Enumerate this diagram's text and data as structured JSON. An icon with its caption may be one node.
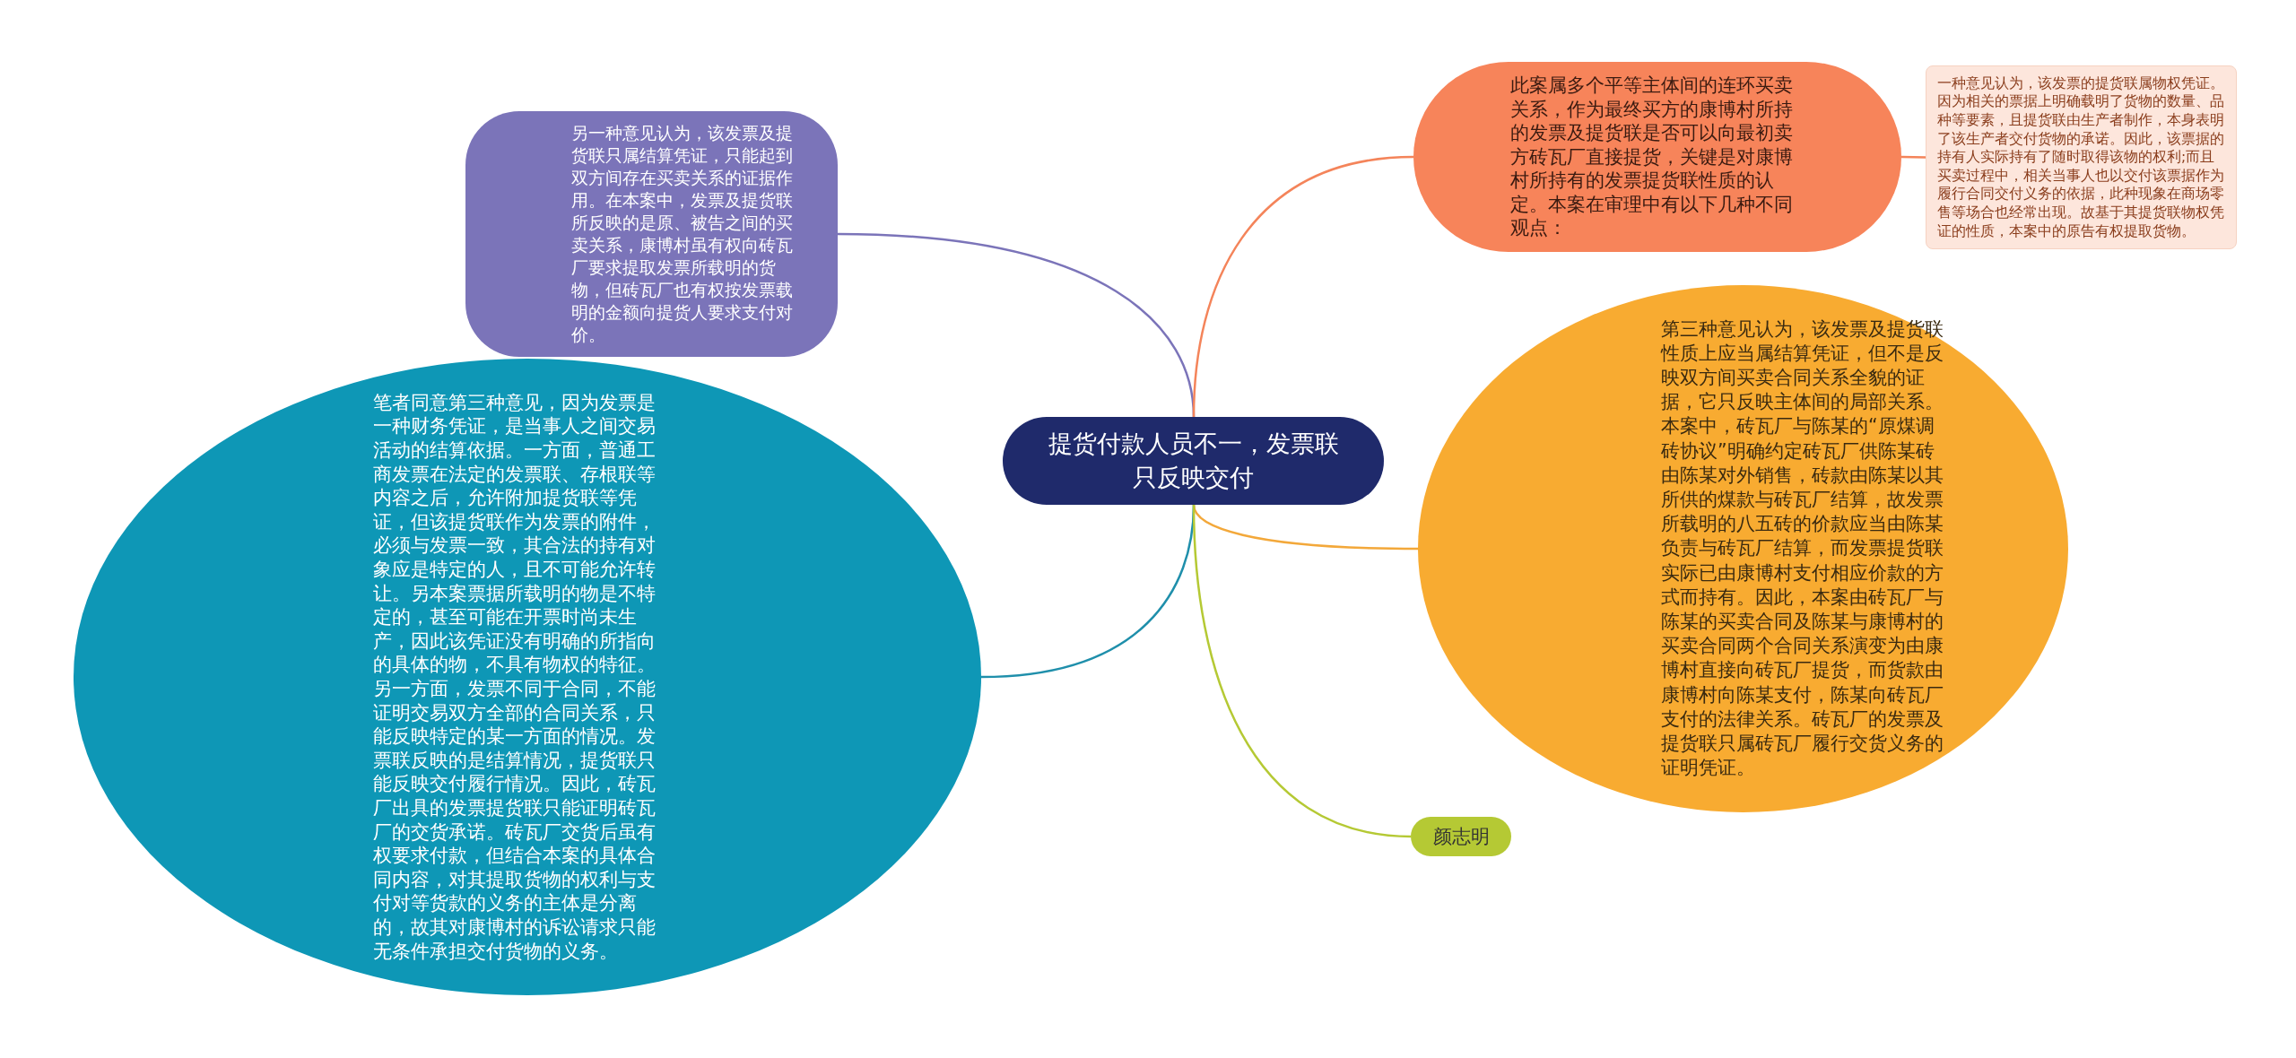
{
  "diagram": {
    "nodes": [
      {
        "text": [
          "提货付款人员不一，发票联只反映交付"
        ]
      },
      {
        "text": [
          "另一种意见认为，该发票及提货联只属结算凭证，只能起到双方间存在买卖关系的证据作用。在本案中，发票及提货联所反映的是原、被告之间的买卖关系，康博村虽有权向砖瓦厂要求提取发票所载明的货物，但砖瓦厂也有权按发票载明的金额向提货人要求支付对价。"
        ]
      },
      {
        "text": [
          "笔者同意第三种意见，因为发票是一种财务凭证，是当事人之间交易活动的结算依据。一方面，普通工商发票在法定的发票联、存根联等内容之后，允许附加提货联等凭证，但该提货联作为发票的附件，必须与发票一致，其合法的持有对象应是特定的人，且不可能允许转让。另本案票据所载明的物是不特定的，甚至可能在开票时尚未生产，因此该凭证没有明确的所指向的具体的物，不具有物权的特征。另一方面，发票不同于合同，不能证明交易双方全部的合同关系，只能反映特定的某一方面的情况。发票联反映的是结算情况，提货联只能反映交付履行情况。因此，砖瓦厂出具的发票提货联只能证明砖瓦厂的交货承诺。砖瓦厂交货后虽有权要求付款，但结合本案的具体合同内容，对其提取货物的权利与支付对等货款的义务的主体是分离的，故其对康博村的诉讼请求只能无条件承担交付货物的义务。"
        ]
      },
      {
        "text": [
          "此案属多个平等主体间的连环买卖关系，作为最终买方的康博村所持的发票及提货联是否可以向最初卖方砖瓦厂直接提货，关键是对康博村所持有的发票提货联性质的认定。本案在审理中有以下几种不同观点："
        ]
      },
      {
        "text": [
          "一种意见认为，该发票的提货联属物权凭证。因为相关的票据上明确载明了货物的数量、品种等要素，且提货联由生产者制作，本身表明了该生产者交付货物的承诺。因此，该票据的持有人实际持有了随时取得该物的权利;而且买卖过程中，相关当事人也以交付该票据作为履行合同交付义务的依据，此种现象在商场零售等场合也经常出现。故基于其提货联物权凭证的性质，本案中的原告有权提取货物。"
        ]
      },
      {
        "text": [
          "第三种意见认为，该发票及提货联性质上应当属结算凭证，但不是反映双方间买卖合同关系全貌的证据，它只反映主体间的局部关系。本案中，砖瓦厂与陈某的“原煤调砖协议”明确约定砖瓦厂供陈某砖由陈某对外销售，砖款由陈某以其所供的煤款与砖瓦厂结算，故发票所载明的八五砖的价款应当由陈某负责与砖瓦厂结算，而发票提货联实际已由康博村支付相应价款的方式而持有。因此，本案由砖瓦厂与陈某的买卖合同及陈某与康博村的买卖合同两个合同关系演变为由康博村直接向砖瓦厂提货，而货款由康博村向陈某支付，陈某向砖瓦厂支付的法律关系。砖瓦厂的发票及提货联只属砖瓦厂履行交货义务的证明凭证。"
        ]
      },
      {
        "text": [
          "颜志明"
        ]
      }
    ],
    "edges": [
      {
        "from": 0,
        "to": 1,
        "arrow": "none",
        "color": "#7b74b9"
      },
      {
        "from": 0,
        "to": 2,
        "arrow": "none",
        "color": "#1f8fab"
      },
      {
        "from": 0,
        "to": 3,
        "arrow": "none",
        "color": "#f4845a"
      },
      {
        "from": 3,
        "to": 4,
        "arrow": "none",
        "color": "#f4845a"
      },
      {
        "from": 0,
        "to": 5,
        "arrow": "none",
        "color": "#f3a83a"
      },
      {
        "from": 0,
        "to": 6,
        "arrow": "none",
        "color": "#b5c934"
      }
    ]
  }
}
